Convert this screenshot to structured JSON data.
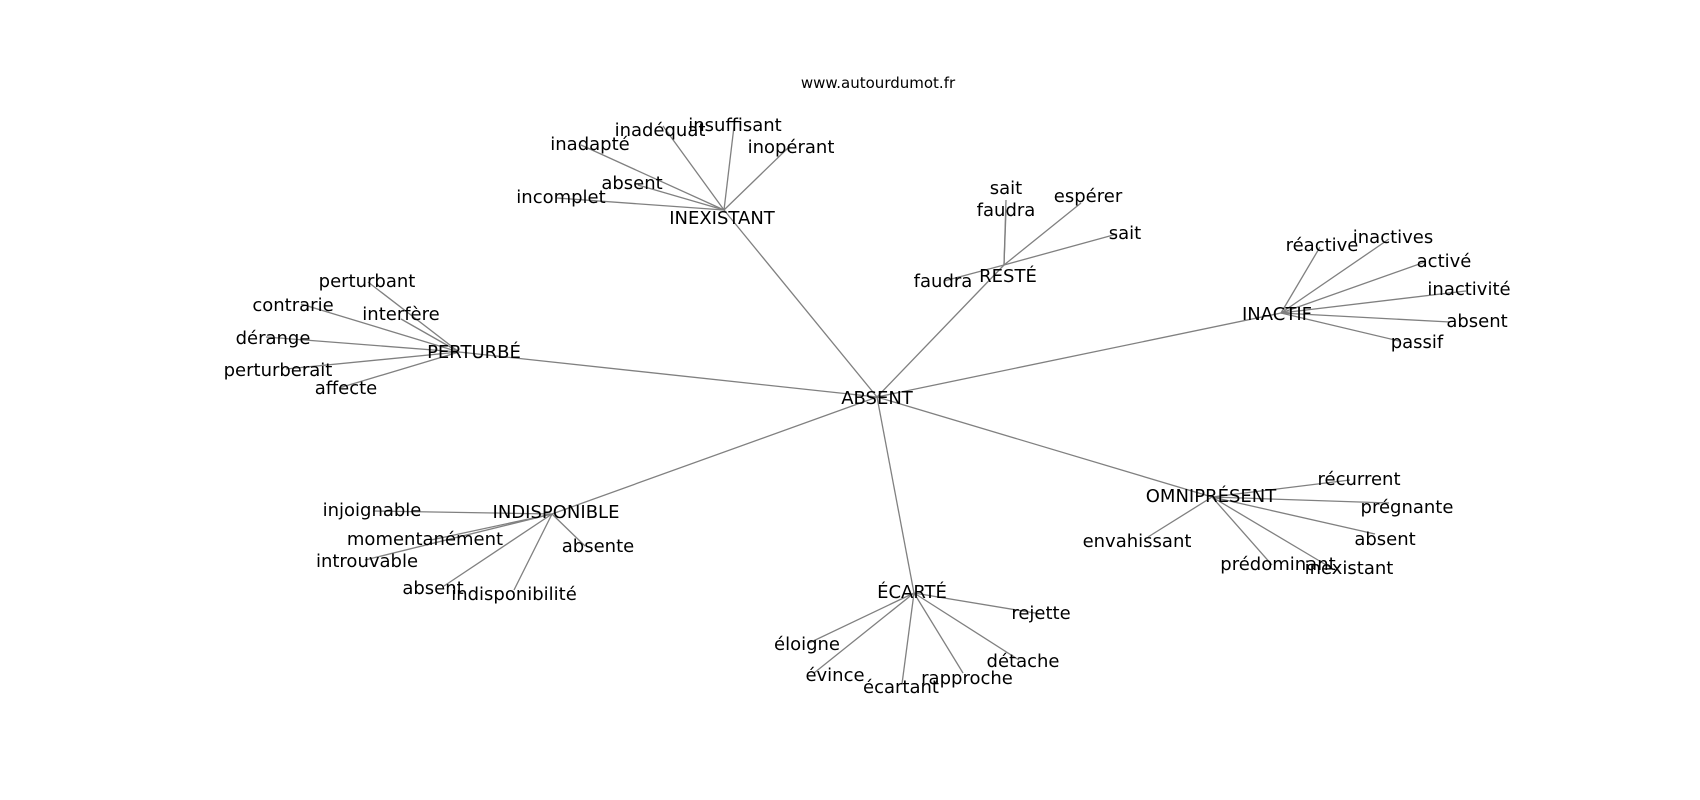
{
  "watermark": "www.autourdumot.fr",
  "center": {
    "label": "ABSENT"
  },
  "hubs": [
    {
      "label": "INEXISTANT",
      "leaves": [
        "inadapté",
        "inadéquat",
        "insuffisant",
        "inopérant",
        "absent",
        "incomplet"
      ]
    },
    {
      "label": "RESTÉ",
      "leaves": [
        "sait",
        "faudra",
        "espérer",
        "sait",
        "faudra"
      ]
    },
    {
      "label": "INACTIF",
      "leaves": [
        "réactive",
        "inactives",
        "activé",
        "inactivité",
        "absent",
        "passif"
      ]
    },
    {
      "label": "PERTURBÉ",
      "leaves": [
        "perturbant",
        "contrarie",
        "interfère",
        "dérange",
        "perturberait",
        "affecte"
      ]
    },
    {
      "label": "INDISPONIBLE",
      "leaves": [
        "injoignable",
        "momentanément",
        "introuvable",
        "absent",
        "indisponibilité",
        "absente"
      ]
    },
    {
      "label": "ÉCARTÉ",
      "leaves": [
        "rejette",
        "éloigne",
        "évince",
        "écartant",
        "rapproche",
        "détache"
      ]
    },
    {
      "label": "OMNIPRÉSENT",
      "leaves": [
        "récurrent",
        "prégnante",
        "absent",
        "envahissant",
        "prédominant",
        "inexistant"
      ]
    }
  ]
}
